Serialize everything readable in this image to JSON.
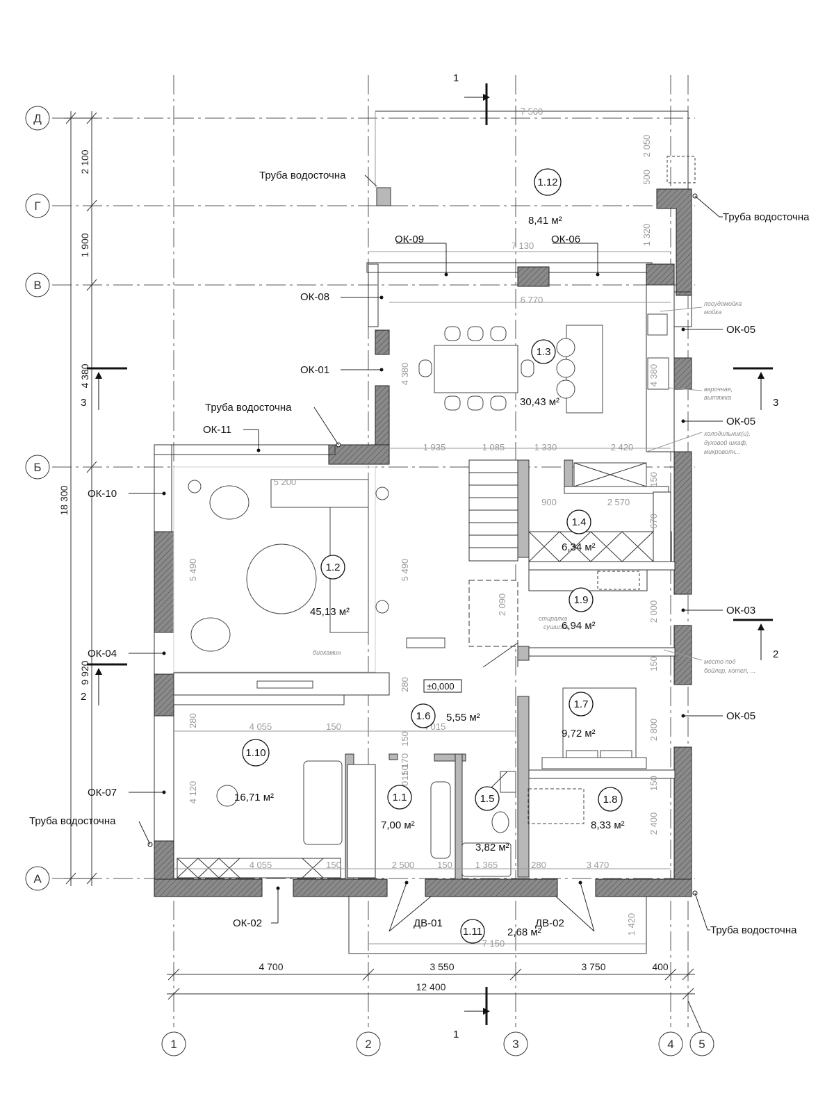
{
  "axes": {
    "vertical": [
      "1",
      "2",
      "3",
      "4",
      "5"
    ],
    "horizontal": [
      "Д",
      "Г",
      "В",
      "Б",
      "А"
    ]
  },
  "dimensions": {
    "bottom_chain": [
      "4 700",
      "3 550",
      "3 750",
      "400"
    ],
    "bottom_total": "12 400",
    "left_chain": [
      "2 100",
      "1 900",
      "4 380",
      "9 920"
    ],
    "left_total": "18 300",
    "terrace_top": "7 560",
    "terrace_side": [
      "2 050",
      "500",
      "1 320"
    ],
    "row_1": [
      "7 130",
      "6 770"
    ],
    "row_kitchen": [
      "1 935",
      "1 085",
      "1 330",
      "2 420"
    ],
    "row_living": "5 200",
    "row_pantry": [
      "900",
      "2 570"
    ],
    "row_mid": [
      "4 055",
      "150",
      "4 015"
    ],
    "row_bottom": [
      "4 055",
      "150",
      "2 500",
      "150",
      "1 365",
      "280",
      "3 470"
    ],
    "porch": [
      "7 150",
      "1 420"
    ],
    "vertical_inner": [
      "4 380",
      "4 380",
      "5 490",
      "5 490",
      "4 120",
      "280",
      "280",
      "150",
      "1 170",
      "150",
      "2 000",
      "2 800",
      "150",
      "2 400",
      "150",
      "670",
      "150",
      "2 090",
      "2 000"
    ]
  },
  "rooms": [
    {
      "id": "1.1",
      "area": "7,00 м²"
    },
    {
      "id": "1.2",
      "area": "45,13 м²"
    },
    {
      "id": "1.3",
      "area": "30,43 м²"
    },
    {
      "id": "1.4",
      "area": "6,34 м²"
    },
    {
      "id": "1.5",
      "area": "3,82 м²"
    },
    {
      "id": "1.6",
      "area": "5,55 м²"
    },
    {
      "id": "1.7",
      "area": "9,72 м²"
    },
    {
      "id": "1.8",
      "area": "8,33 м²"
    },
    {
      "id": "1.9",
      "area": "6,94 м²"
    },
    {
      "id": "1.10",
      "area": "16,71 м²"
    },
    {
      "id": "1.11",
      "area": "2,68 м²"
    },
    {
      "id": "1.12",
      "area": "8,41 м²"
    }
  ],
  "openings": {
    "ok01": "ОК-01",
    "ok02": "ОК-02",
    "ok03": "ОК-03",
    "ok04": "ОК-04",
    "ok05": "ОК-05",
    "ok06": "ОК-06",
    "ok07": "ОК-07",
    "ok08": "ОК-08",
    "ok09": "ОК-09",
    "ok10": "ОК-10",
    "ok11": "ОК-11",
    "dv01": "ДВ-01",
    "dv02": "ДВ-02"
  },
  "drainpipe": "Труба водосточна",
  "level_mark": "±0,000",
  "section_marks": {
    "s1": "1",
    "s2": "2",
    "s3": "3"
  },
  "notes": {
    "dishwasher": "посудомойка",
    "sink": "мойка",
    "cooktop": "варочная,",
    "hood": "вытяжка",
    "fridge": "холодильник(и),",
    "oven": "духовой шкаф,",
    "microwave": "микроволн...",
    "washer": "стиралка",
    "dryer": "сушилка",
    "biofireplace": "биокамин",
    "boiler_place": "место под",
    "boiler": "бойлер, котел, ..."
  }
}
